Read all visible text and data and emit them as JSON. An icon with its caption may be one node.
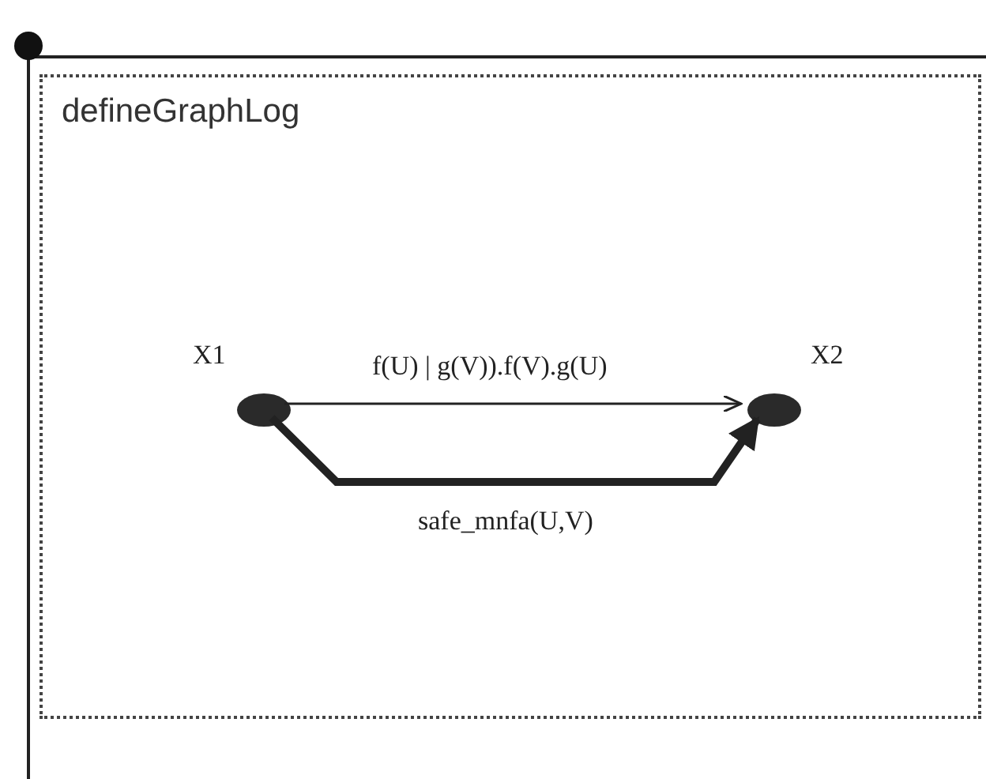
{
  "diagram": {
    "nodes": [
      {
        "text": [],
        "shape": "box"
      },
      {
        "text": [
          "defineGraphLog"
        ],
        "in": 0
      },
      {
        "text": [],
        "shape": "circle",
        "beside": [
          "X1"
        ],
        "in": 1
      },
      {
        "text": [],
        "shape": "circle",
        "beside": [
          "X2"
        ],
        "in": 1
      }
    ],
    "edges": [
      {
        "from": 2,
        "to": 3,
        "arrow": "to",
        "label": "f(U) | g(V)).f(V).g(U)"
      },
      {
        "from": 2,
        "to": 3,
        "arrow": "to",
        "label": "safe_mnfa(U,V)",
        "style": "thick"
      }
    ]
  }
}
